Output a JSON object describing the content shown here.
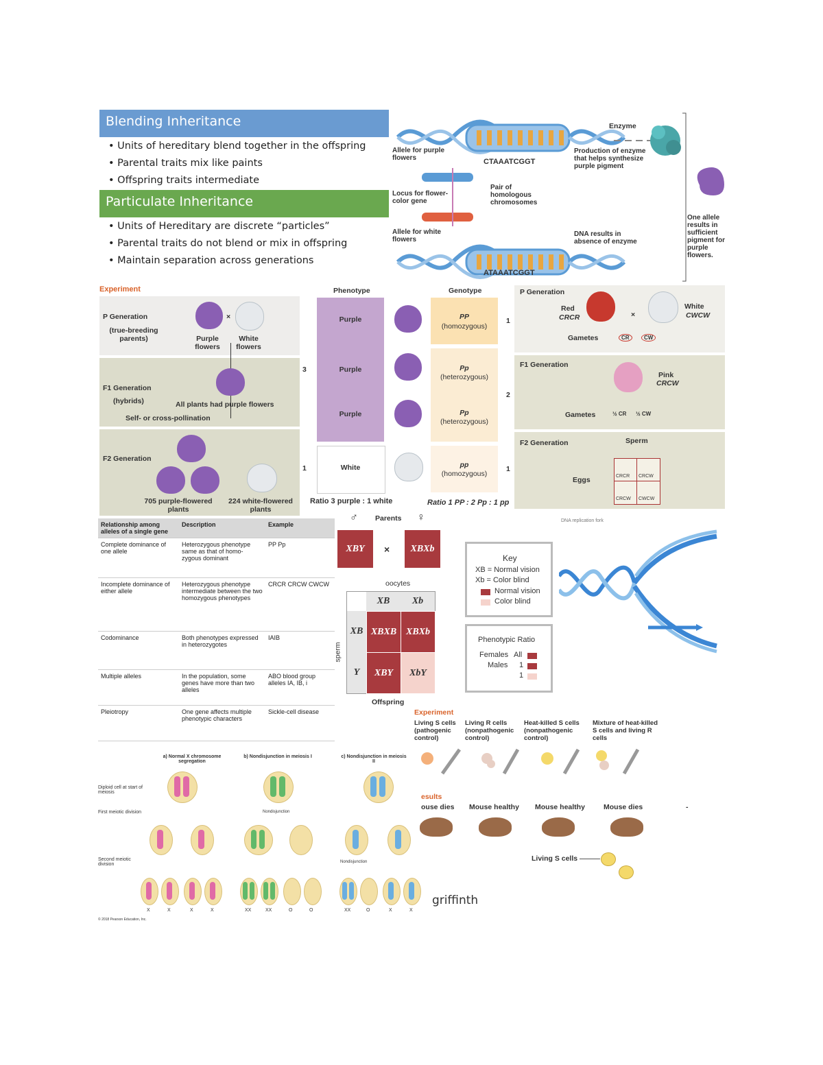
{
  "blending": {
    "title": "Blending Inheritance",
    "bullets": [
      "Units of hereditary blend together in the offspring",
      "Parental traits mix like paints",
      "Offspring traits intermediate"
    ]
  },
  "particulate": {
    "title": "Particulate Inheritance",
    "bullets": [
      "Units of Hereditary are discrete “particles”",
      "Parental traits do not blend or mix in offspring",
      "Maintain separation across generations"
    ]
  },
  "dna_fig": {
    "allele_purple": "Allele for purple flowers",
    "seq1": "CTAAATCGGT",
    "enzyme": "Enzyme",
    "production": "Production of enzyme that helps synthesize purple pigment",
    "locus": "Locus for flower-color gene",
    "pair": "Pair of homologous chromosomes",
    "allele_white": "Allele for white flowers",
    "dna_results": "DNA results in absence of enzyme",
    "seq2": "ATAAATCGGT",
    "one_allele": "One allele results in sufficient pigment for purple flowers."
  },
  "mendel": {
    "experiment": "Experiment",
    "p_gen": "P Generation",
    "p_sub": "(true-breeding parents)",
    "purple": "Purple flowers",
    "white": "White flowers",
    "cross": "×",
    "f1_gen": "F1 Generation",
    "f1_sub": "(hybrids)",
    "f1_note": "All plants had purple flowers",
    "pollination": "Self- or cross-pollination",
    "f2_gen": "F2 Generation",
    "f2_purple": "705 purple-flowered plants",
    "f2_white": "224 white-flowered plants"
  },
  "pheno": {
    "phenotype_hdr": "Phenotype",
    "genotype_hdr": "Genotype",
    "rows": [
      {
        "ph": "Purple",
        "gt": "PP",
        "gd": "(homozygous)"
      },
      {
        "ph": "Purple",
        "gt": "Pp",
        "gd": "(heterozygous)"
      },
      {
        "ph": "Purple",
        "gt": "Pp",
        "gd": "(heterozygous)"
      },
      {
        "ph": "White",
        "gt": "pp",
        "gd": "(homozygous)"
      }
    ],
    "n3": "3",
    "n1": "1",
    "r1": "1",
    "r2": "2",
    "r3": "1",
    "ratio_ph": "Ratio 3 purple : 1 white",
    "ratio_gt": "Ratio 1 PP : 2 Pp : 1 pp"
  },
  "snap": {
    "p_gen": "P Generation",
    "red": "Red",
    "red_gt": "CRCR",
    "white": "White",
    "white_gt": "CWCW",
    "cross": "×",
    "gametes": "Gametes",
    "cr": "CR",
    "cw": "CW",
    "f1_gen": "F1 Generation",
    "pink": "Pink",
    "pink_gt": "CRCW",
    "gametes2": "Gametes",
    "half_cr": "½ CR",
    "half_cw": "½ CW",
    "f2_gen": "F2 Generation",
    "sperm": "Sperm",
    "eggs": "Eggs",
    "cells": [
      "CRCR",
      "CRCW",
      "CRCW",
      "CWCW"
    ]
  },
  "relations": {
    "headers": [
      "Relationship among alleles of a single gene",
      "Description",
      "Example"
    ],
    "rows": [
      {
        "r": "Complete dominance of one allele",
        "d": "Heterozygous phenotype same as that of homo-zygous dominant",
        "e": "PP      Pp"
      },
      {
        "r": "Incomplete dominance of either allele",
        "d": "Heterozygous phenotype intermediate between the two homozygous phenotypes",
        "e": "CRCR  CRCW  CWCW"
      },
      {
        "r": "Codominance",
        "d": "Both phenotypes expressed in heterozygotes",
        "e": "IAIB"
      },
      {
        "r": "Multiple alleles",
        "d": "In the population, some genes have more than two alleles",
        "e": "ABO blood group alleles IA, IB, i"
      },
      {
        "r": "Pleiotropy",
        "d": "One gene affects multiple phenotypic characters",
        "e": "Sickle-cell disease"
      }
    ]
  },
  "xlinked": {
    "male": "♂",
    "parents": "Parents",
    "female": "♀",
    "father": "XBY",
    "cross": "×",
    "mother": "XBXb",
    "oocytes": "oocytes",
    "col1": "XB",
    "col2": "Xb",
    "row1": "XB",
    "row2": "Y",
    "sperm": "sperm",
    "c11": "XBXB",
    "c12": "XBXb",
    "c21": "XBY",
    "c22": "XbY",
    "offspring": "Offspring",
    "key": "Key",
    "k1": "XB = Normal vision",
    "k2": "Xb = Color blind",
    "k3": "Normal vision",
    "k4": "Color blind",
    "ratio_title": "Phenotypic Ratio",
    "females": "Females",
    "all": "All",
    "males": "Males",
    "m1": "1",
    "m2": "1",
    "colors": {
      "dark": "#a83a3e",
      "light": "#f5d3cc"
    }
  },
  "replication": {
    "title": "DNA replication fork"
  },
  "griffith": {
    "experiment": "Experiment",
    "c1": "Living S cells (pathogenic control)",
    "c2": "Living R cells (nonpathogenic control)",
    "c3": "Heat-killed S cells (nonpathogenic control)",
    "c4": "Mixture of heat-killed S cells and living R cells",
    "results": "esults",
    "r1": "ouse dies",
    "r2": "Mouse healthy",
    "r3": "Mouse healthy",
    "r4": "Mouse dies",
    "living": "Living S cells",
    "dash": "-",
    "label": "griffinth"
  },
  "meiosis": {
    "a": "a) Normal X chromosome segregation",
    "b": "b) Nondisjunction in meiosis I",
    "c": "c) Nondisjunction in meiosis II",
    "diploid": "Diploid cell at start of meiosis",
    "first": "First meiotic division",
    "second": "Second meiotic division",
    "nondisj": "Nondisjunction",
    "copyright": "© 2018 Pearson Education, Inc.",
    "a_lbl": [
      "X",
      "X",
      "X",
      "X"
    ],
    "b_lbl": [
      "XX",
      "XX",
      "O",
      "O"
    ],
    "c_lbl": [
      "XX",
      "O",
      "X",
      "X"
    ]
  }
}
